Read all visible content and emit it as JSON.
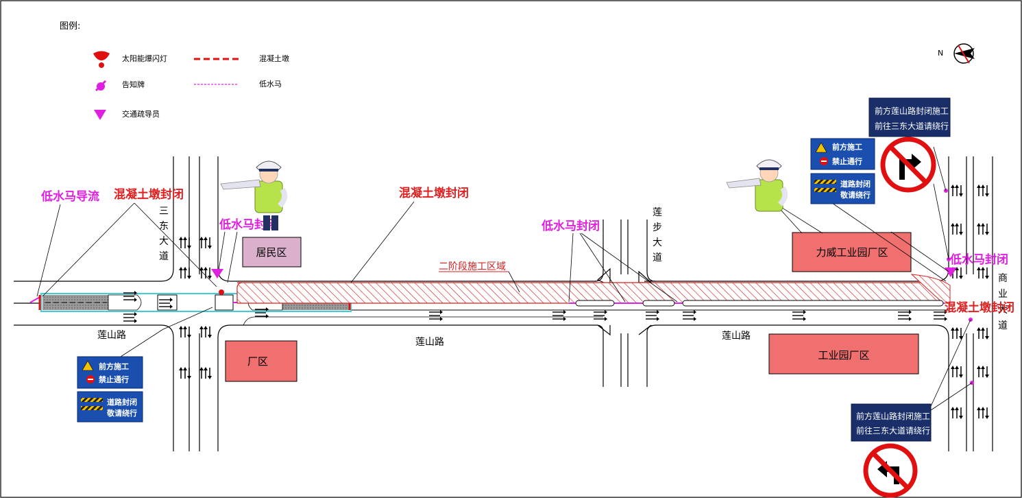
{
  "legend": {
    "title": "图例:",
    "items": [
      {
        "label": "太阳能爆闪灯",
        "icon": "flash-lamp-icon"
      },
      {
        "label": "混凝土墩",
        "icon": "concrete-block-line"
      },
      {
        "label": "告知牌",
        "icon": "notice-board-icon"
      },
      {
        "label": "低水马",
        "icon": "water-barrier-line"
      },
      {
        "label": "交通疏导员",
        "icon": "traffic-guide-icon"
      }
    ]
  },
  "roads": {
    "lianshan_left": "莲山路",
    "lianshan_mid": "莲山路",
    "lianshan_right": "莲山路",
    "sandong": [
      "三",
      "东",
      "大",
      "道"
    ],
    "lianbu": [
      "莲",
      "步",
      "大",
      "道"
    ],
    "shangye": [
      "商",
      "业",
      "大",
      "道"
    ]
  },
  "zones": {
    "residential": "居民区",
    "factory": "厂区",
    "liwei": "力威工业园厂区",
    "industrial": "工业园厂区",
    "phase2": "二阶段施工区域"
  },
  "callouts": {
    "barrier_diversion": "低水马导流",
    "concrete_left": "混凝土墩封闭",
    "barrier_left": "低水马封闭",
    "concrete_mid": "混凝土墩封闭",
    "barrier_mid": "低水马封闭",
    "barrier_right": "低水马封闭",
    "concrete_right": "混凝土墩封闭"
  },
  "signs": {
    "construction_ahead": "前方施工",
    "no_entry": "禁止通行",
    "road_closed": "道路封闭",
    "detour": "敬请绕行",
    "detour_line1": "前方莲山路封闭施工",
    "detour_line2": "前往三东大道请绕行"
  },
  "colors": {
    "sign_blue": "#1a4fb0",
    "zone_red": "#f07070",
    "zone_pink": "#dbb0cc",
    "callout_red": "#e02020",
    "callout_magenta": "#e020e0",
    "hatch_red": "#d42020"
  }
}
